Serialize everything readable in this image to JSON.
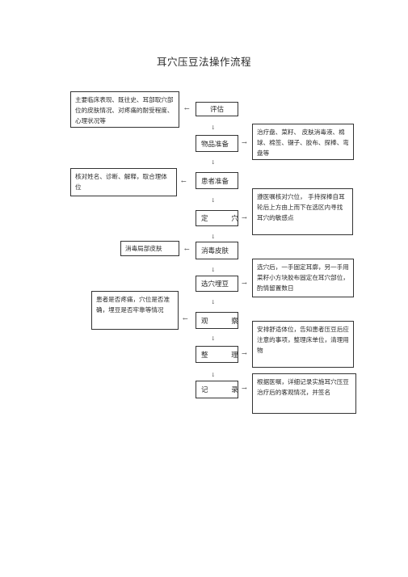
{
  "title": "耳穴压豆法操作流程",
  "steps": {
    "assess": "评估",
    "supplies": "物品准备",
    "patient": "患者准备",
    "locate": "定 穴",
    "disinfect": "消毒皮肤",
    "select_bury": "选穴埋豆",
    "observe": "观 察",
    "tidy": "整 理",
    "record": "记 录"
  },
  "notes": {
    "assess": "主要临床表现、既往史、耳部取穴部位的皮肤情况、对疼痛的耐受程度、心理状况等",
    "supplies": "治疗盘、菜籽、 皮肤消毒液、棉球、棉签、镊子、胶布、探棒、弯盘等",
    "patient": "核对姓名、诊断、解释，取合理体位",
    "locate": "遵医嘱核对穴位， 手持探棒自耳轮后上方由上而下在选区内寻找耳穴的敏感点",
    "disinfect": "消毒局部皮肤",
    "select_bury": "选穴后，一手固定耳廓，另一手用菜籽小方块胶布固定在耳穴部位，酌情留置数日",
    "observe": "患者是否疼痛，穴位是否准确，埋豆是否牢靠等情况",
    "tidy": "安排舒适体位，告知患者压豆后应注意的事项，整理床单位，清理用物",
    "record": "根据医嘱，详细记录实施耳穴压豆治疗后的客观情况，并签名"
  },
  "glyphs": {
    "down": "↓",
    "left": "←",
    "right": "→"
  }
}
